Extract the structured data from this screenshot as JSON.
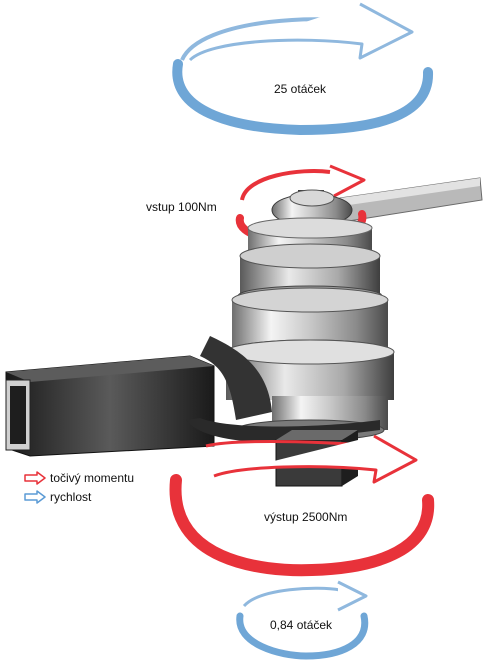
{
  "labels": {
    "top_speed": "25 otáček",
    "input_torque": "vstup 100Nm",
    "output_torque": "výstup 2500Nm",
    "bottom_speed": "0,84 otáček"
  },
  "legend": [
    {
      "label": "točivý momentu",
      "color": "#e8323a",
      "icon": "red-outline-arrow-icon"
    },
    {
      "label": "rychlost",
      "color": "#5b9bd5",
      "icon": "blue-outline-arrow-icon"
    }
  ],
  "colors": {
    "torque": "#e8323a",
    "speed": "#6fa6d6",
    "metal_dark": "#2a2a2a",
    "metal_light": "#e6e6e6"
  }
}
